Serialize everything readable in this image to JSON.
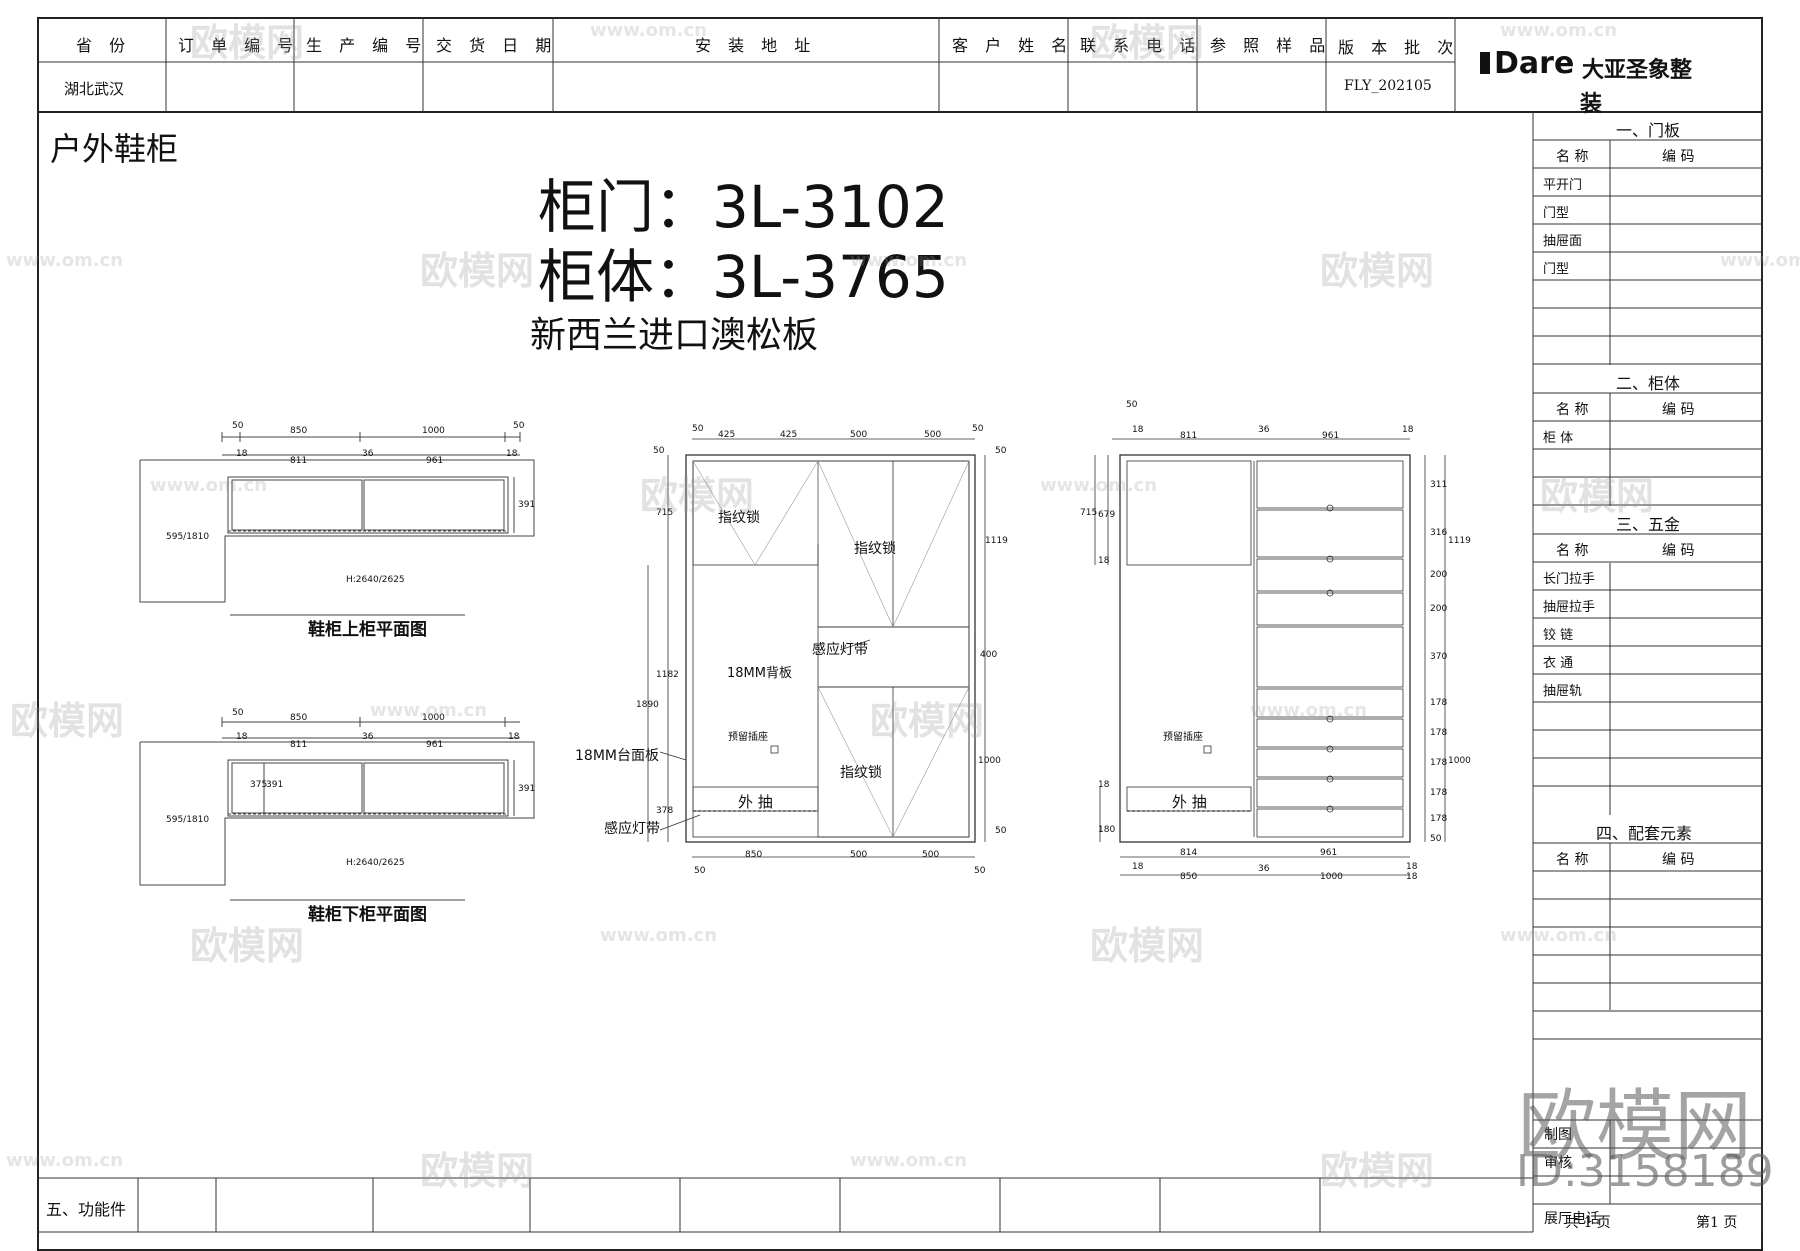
{
  "header": {
    "columns": [
      "省 份",
      "订 单 编 号",
      "生 产 编 号",
      "交 货 日 期",
      "安 装 地 址",
      "客 户 姓 名",
      "联 系 电 话",
      "参 照 样 品",
      "版 本 批 次"
    ],
    "province_value": "湖北武汉",
    "version_value": "FLY_202105",
    "brand_logo": "Dare",
    "brand_name_line1": "大亚圣象整",
    "brand_name_line2": "装"
  },
  "title": "户外鞋柜",
  "specs": {
    "door": "柜门：3L-3102",
    "body": "柜体：3L-3765",
    "material": "新西兰进口澳松板"
  },
  "side_panel": {
    "sections": [
      {
        "heading": "一、门板",
        "col_name": "名 称",
        "col_code": "编    码",
        "rows": [
          "平开门",
          "门型",
          "抽屉面",
          "门型",
          "",
          "",
          ""
        ]
      },
      {
        "heading": "二、柜体",
        "col_name": "名 称",
        "col_code": "编    码",
        "rows": [
          "柜 体",
          "",
          ""
        ]
      },
      {
        "heading": "三、五金",
        "col_name": "名 称",
        "col_code": "编    码",
        "rows": [
          "长门拉手",
          "抽屉拉手",
          "铰 链",
          "衣 通",
          "抽屉轨",
          "",
          "",
          ""
        ]
      },
      {
        "heading": "四、配套元素",
        "col_name": "名 称",
        "col_code": "编    码",
        "rows": [
          "",
          "",
          "",
          "",
          "",
          ""
        ]
      }
    ],
    "footer_rows": [
      "制图",
      "审核",
      "",
      "展厅电话"
    ],
    "page_total": "共 1 页",
    "page_current": "第1 页"
  },
  "footer": {
    "functional_parts": "五、功能件"
  },
  "drawings": {
    "plan_upper": {
      "caption": "鞋柜上柜平面图",
      "dims_top": [
        "50",
        "850",
        "1000",
        "50"
      ],
      "dims_inner": [
        "18",
        "811",
        "36",
        "961",
        "18"
      ],
      "side_label": "595/1810",
      "height_label": "H:2640/2625",
      "depth": "391"
    },
    "plan_lower": {
      "caption": "鞋柜下柜平面图",
      "dims_top": [
        "50",
        "850",
        "36",
        "1000",
        "18"
      ],
      "dims_inner": [
        "18",
        "811",
        "961"
      ],
      "side_label": "595/1810",
      "height_label": "H:2640/2625",
      "depth1": "375",
      "depth2": "391",
      "depth3": "391"
    },
    "front": {
      "dims_top": [
        "50",
        "425",
        "425",
        "500",
        "500",
        "50"
      ],
      "dims_bottom": [
        "850",
        "500",
        "500"
      ],
      "dims_bottom_ends": [
        "50",
        "50"
      ],
      "dims_left": [
        "50",
        "715",
        "1182",
        "1890",
        "378"
      ],
      "dims_right": [
        "50",
        "1119",
        "400",
        "1000",
        "50"
      ],
      "labels": {
        "lock1": "指纹锁",
        "lock2": "指纹锁",
        "lock3": "指纹锁",
        "light1": "感应灯带",
        "light2": "感应灯带",
        "back": "18MM背板",
        "reserved": "预留插座",
        "top_board": "18MM台面板",
        "drawer": "外  抽"
      }
    },
    "section": {
      "dims_top": [
        "50",
        "18",
        "811",
        "36",
        "961",
        "18"
      ],
      "dims_bottom": [
        "814",
        "961",
        "18",
        "850",
        "36",
        "1000",
        "18",
        "18"
      ],
      "dims_left": [
        "715",
        "679",
        "18",
        "18",
        "180"
      ],
      "dims_right": [
        "311",
        "1119",
        "316",
        "200",
        "200",
        "370",
        "1000",
        "178",
        "178",
        "178",
        "178",
        "178",
        "50"
      ],
      "labels": {
        "reserved": "预留插座",
        "drawer": "外  抽"
      }
    }
  },
  "watermark": {
    "site": "www.om.cn",
    "brand": "欧模网",
    "big": "欧模网",
    "id": "ID:3158189"
  }
}
